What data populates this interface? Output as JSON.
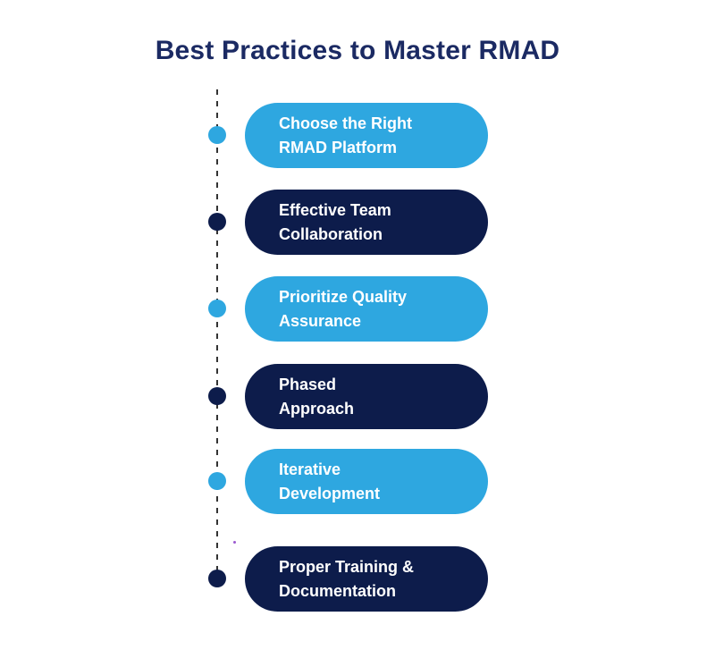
{
  "title": "Best Practices to Master RMAD",
  "colors": {
    "title": "#1B2A63",
    "light_blue": "#2EA7E0",
    "navy": "#0D1C4B",
    "dash_line": "#333333",
    "pill_text": "#FFFFFF",
    "background": "#FFFFFF"
  },
  "items": [
    {
      "label": "Choose the Right RMAD Platform",
      "line1": "Choose the Right",
      "line2": "RMAD Platform",
      "color": "#2EA7E0"
    },
    {
      "label": "Effective Team Collaboration",
      "line1": "Effective Team",
      "line2": "Collaboration",
      "color": "#0D1C4B"
    },
    {
      "label": "Prioritize Quality Assurance",
      "line1": "Prioritize Quality",
      "line2": "Assurance",
      "color": "#2EA7E0"
    },
    {
      "label": "Phased Approach",
      "line1": "Phased",
      "line2": "Approach",
      "color": "#0D1C4B"
    },
    {
      "label": "Iterative Development",
      "line1": "Iterative",
      "line2": "Development",
      "color": "#2EA7E0"
    },
    {
      "label": "Proper Training & Documentation",
      "line1": "Proper Training &",
      "line2": "Documentation",
      "color": "#0D1C4B"
    }
  ]
}
